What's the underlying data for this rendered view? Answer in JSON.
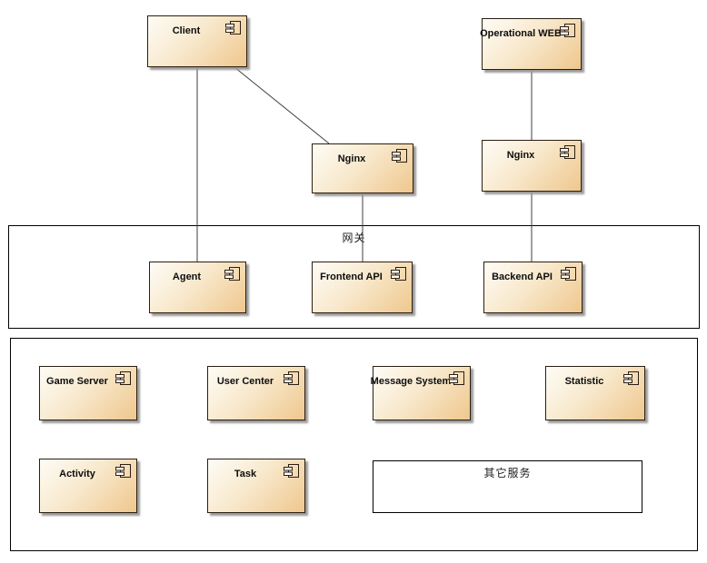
{
  "diagram": {
    "type": "uml-component-diagram",
    "components": {
      "client": {
        "label": "Client"
      },
      "operational_web": {
        "label": "Operational WEB"
      },
      "nginx_left": {
        "label": "Nginx"
      },
      "nginx_right": {
        "label": "Nginx"
      },
      "agent": {
        "label": "Agent"
      },
      "frontend_api": {
        "label": "Frontend API"
      },
      "backend_api": {
        "label": "Backend API"
      },
      "game_server": {
        "label": "Game Server"
      },
      "user_center": {
        "label": "User Center"
      },
      "message_system": {
        "label": "Message System"
      },
      "statistic": {
        "label": "Statistic"
      },
      "activity": {
        "label": "Activity"
      },
      "task": {
        "label": "Task"
      }
    },
    "containers": {
      "gateway": {
        "label": "网关"
      },
      "other_services": {
        "label": "其它服务"
      }
    },
    "connections": [
      {
        "from": "Client",
        "to": "Agent"
      },
      {
        "from": "Client",
        "to": "Nginx"
      },
      {
        "from": "Nginx",
        "to": "Frontend API"
      },
      {
        "from": "Operational WEB",
        "to": "Nginx"
      },
      {
        "from": "Nginx",
        "to": "Backend API"
      }
    ],
    "colors": {
      "component_fill_light": "#fefcf6",
      "component_fill_dark": "#efc78d",
      "component_border": "#2a1e12",
      "connector": "#3f3f3f",
      "container_border": "#000000",
      "shadow": "#9a9a9a",
      "background": "#ffffff"
    }
  }
}
